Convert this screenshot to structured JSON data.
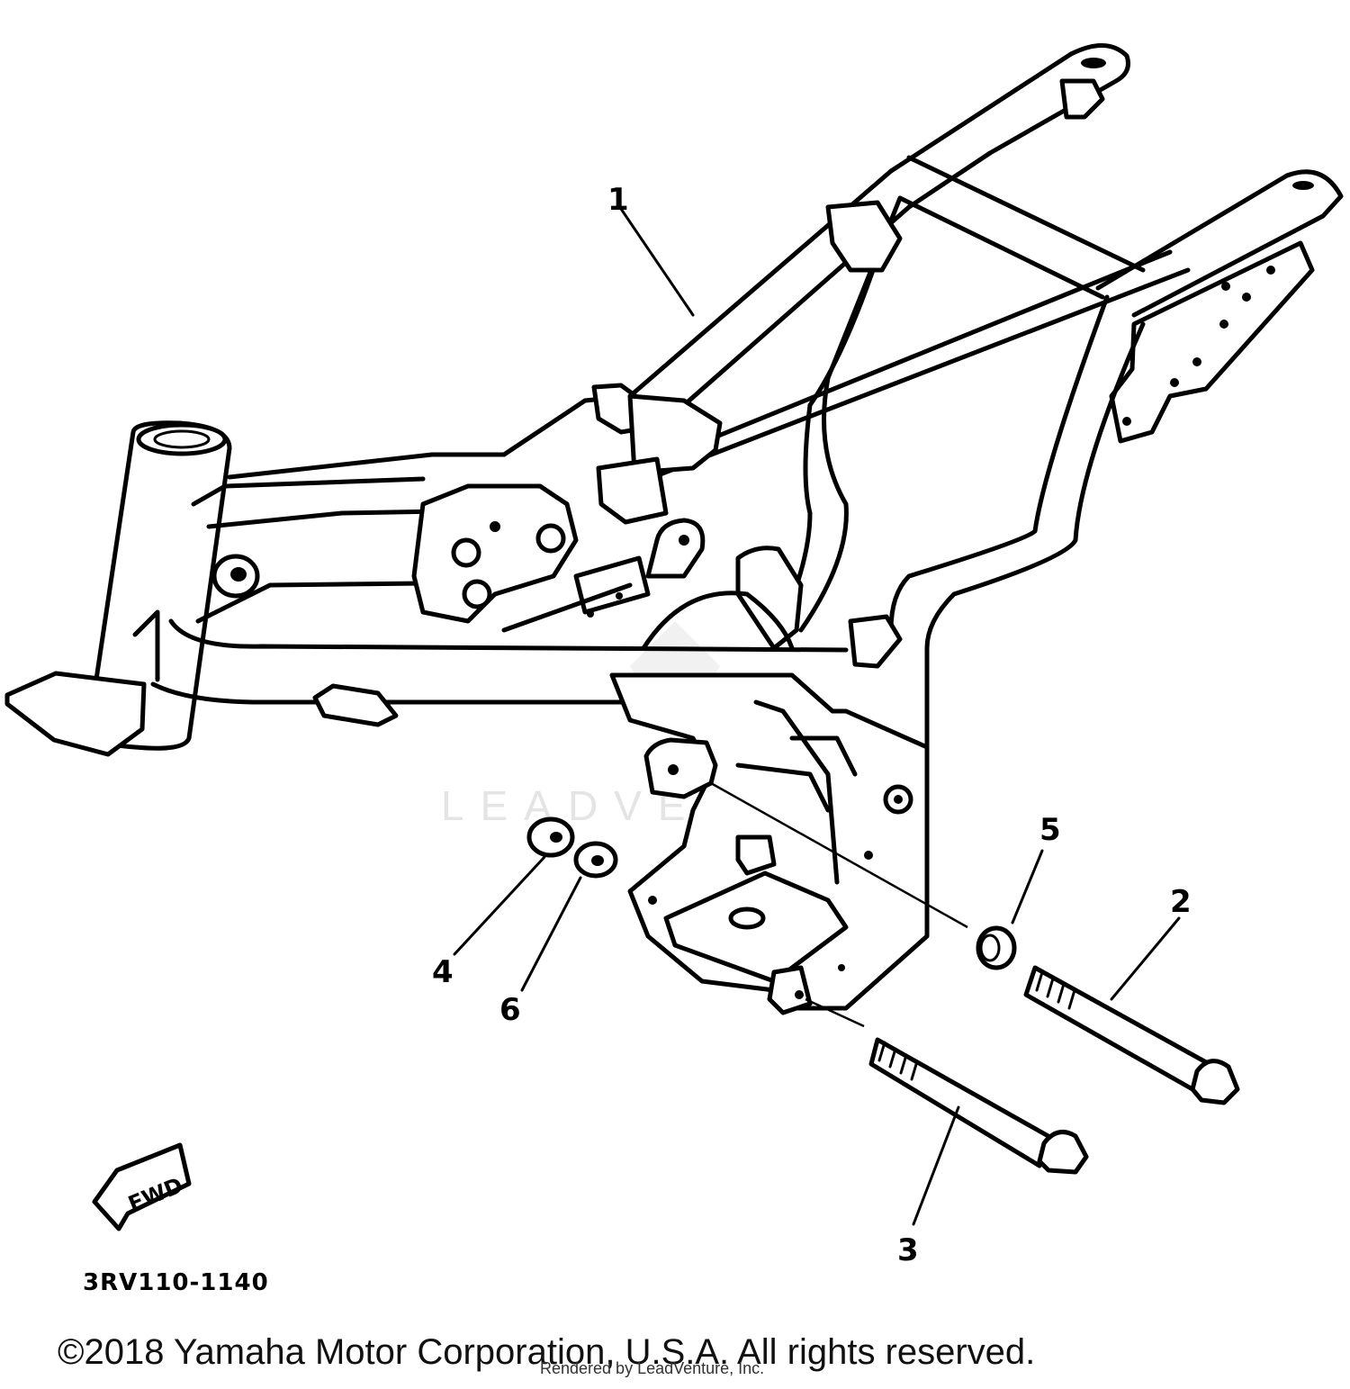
{
  "callouts": {
    "c1": "1",
    "c2": "2",
    "c3": "3",
    "c4": "4",
    "c5": "5",
    "c6": "6"
  },
  "fwd_label": "FWD",
  "part_code": "3RV110-1140",
  "copyright": "©2018 Yamaha Motor Corporation, U.S.A. All rights reserved.",
  "rendered_by": "Rendered by LeadVenture, Inc.",
  "watermark": "LEADVENTURE"
}
